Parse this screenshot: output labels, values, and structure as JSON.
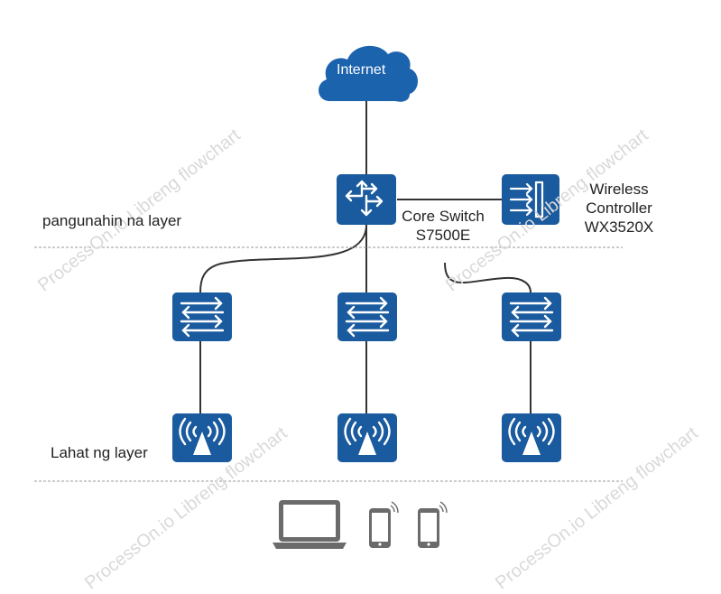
{
  "diagram": {
    "internet_label": "Internet",
    "core_layer_label": "pangunahin na layer",
    "access_layer_label": "Lahat ng layer",
    "core_switch": {
      "line1": "Core Switch",
      "line2": "S7500E"
    },
    "wireless_controller": {
      "line1": "Wireless",
      "line2": "Controller",
      "line3": "WX3520X"
    },
    "watermark": "ProcessOn.io Libreng flowchart"
  },
  "colors": {
    "device_blue": "#1a5a9e",
    "cloud_blue": "#1c63ae",
    "line": "#333333",
    "client_gray": "#6b6b6b"
  },
  "icons": {
    "core": "router-icon",
    "controller": "wireless-controller-icon",
    "switch": "switch-icon",
    "ap": "access-point-icon",
    "laptop": "laptop-icon",
    "phone": "smartphone-icon"
  }
}
